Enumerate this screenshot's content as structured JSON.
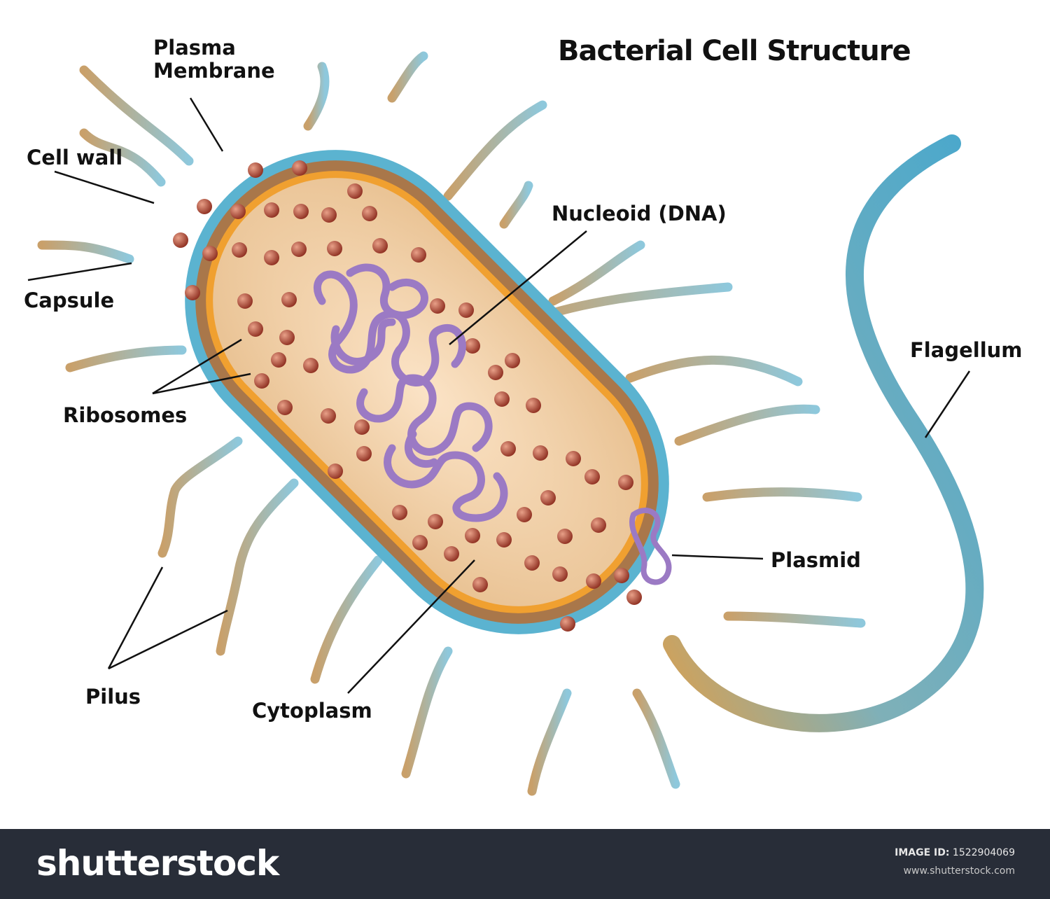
{
  "title": "Bacterial Cell Structure",
  "labels": {
    "plasma_membrane_1": "Plasma",
    "plasma_membrane_2": "Membrane",
    "cell_wall": "Cell wall",
    "capsule": "Capsule",
    "ribosomes": "Ribosomes",
    "pilus": "Pilus",
    "cytoplasm": "Cytoplasm",
    "nucleoid": "Nucleoid (DNA)",
    "plasmid": "Plasmid",
    "flagellum": "Flagellum"
  },
  "colors": {
    "capsule": "#5bb3d0",
    "cell_wall": "#a9774a",
    "membrane": "#f0a030",
    "cytoplasm": "#f7d9b2",
    "ribosome": "#9b3b2a",
    "dna": "#9b7ac4",
    "pili": "#8ec8dc",
    "footer": "#282d38"
  },
  "footer": {
    "logo": "shutterstock",
    "image_id_label": "IMAGE ID:",
    "image_id": "1522904069",
    "site": "www.shutterstock.com"
  }
}
